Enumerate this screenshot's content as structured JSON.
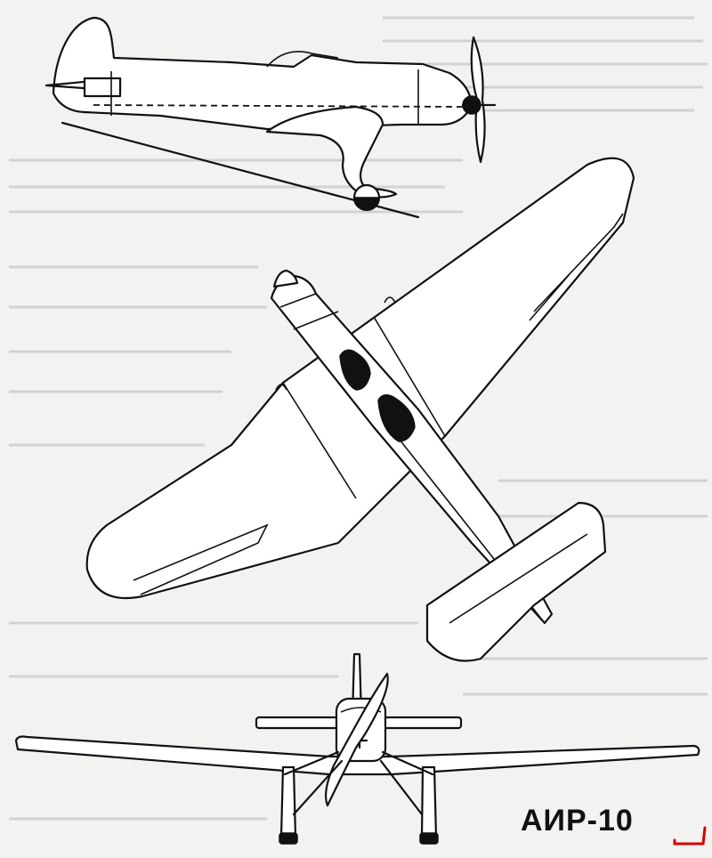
{
  "figure": {
    "title": "АИР-10"
  },
  "colors": {
    "ink": "#111111",
    "paper": "#f2f2f0",
    "bleed_through": "#b9b9b6",
    "corner_mark": "#d40000"
  },
  "views": [
    "side-view",
    "top-view",
    "front-view"
  ]
}
